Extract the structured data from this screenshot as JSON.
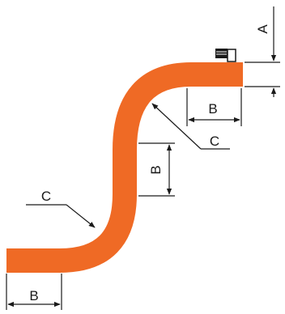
{
  "colors": {
    "pipe": "#ef6a25",
    "dimension_line": "#1a1a1a",
    "fitting": "#1a1a1a"
  },
  "labels": {
    "a_offset": "A",
    "b_top_straight": "B",
    "b_vertical_straight": "B",
    "b_bottom_straight": "B",
    "c_top_radius": "C",
    "c_bottom_radius": "C"
  },
  "icons": {
    "end_fitting": "connector-icon"
  }
}
